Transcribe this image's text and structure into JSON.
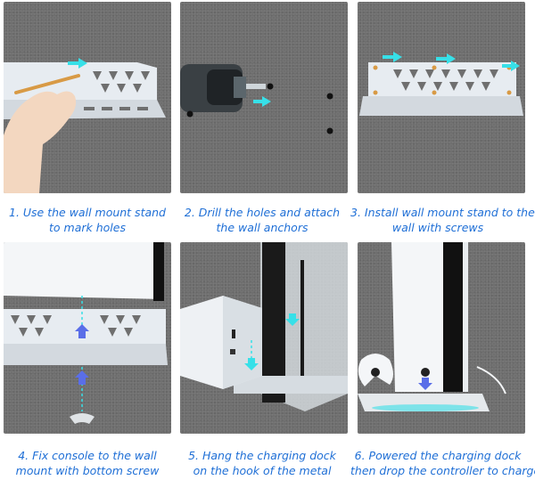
{
  "colors": {
    "panel_bg": "#6f6f6f",
    "caption_text": "#1f6fd6",
    "arrow_cyan": "#37e0e8",
    "arrow_blue": "#5a6ee8",
    "stand_white": "#e7ecf1"
  },
  "steps": [
    {
      "line1": "1. Use the wall mount stand",
      "line2": "to mark holes"
    },
    {
      "line1": "2. Drill the holes and attach",
      "line2": "the wall anchors"
    },
    {
      "line1": "3. Install wall mount stand to the",
      "line2": "wall with screws"
    },
    {
      "line1": "4. Fix console to the wall",
      "line2": "mount with bottom screw"
    },
    {
      "line1": "5. Hang the charging dock",
      "line2": "on the hook of the metal"
    },
    {
      "line1": "6. Powered the charging dock",
      "line2": "then drop the controller to charge"
    }
  ]
}
